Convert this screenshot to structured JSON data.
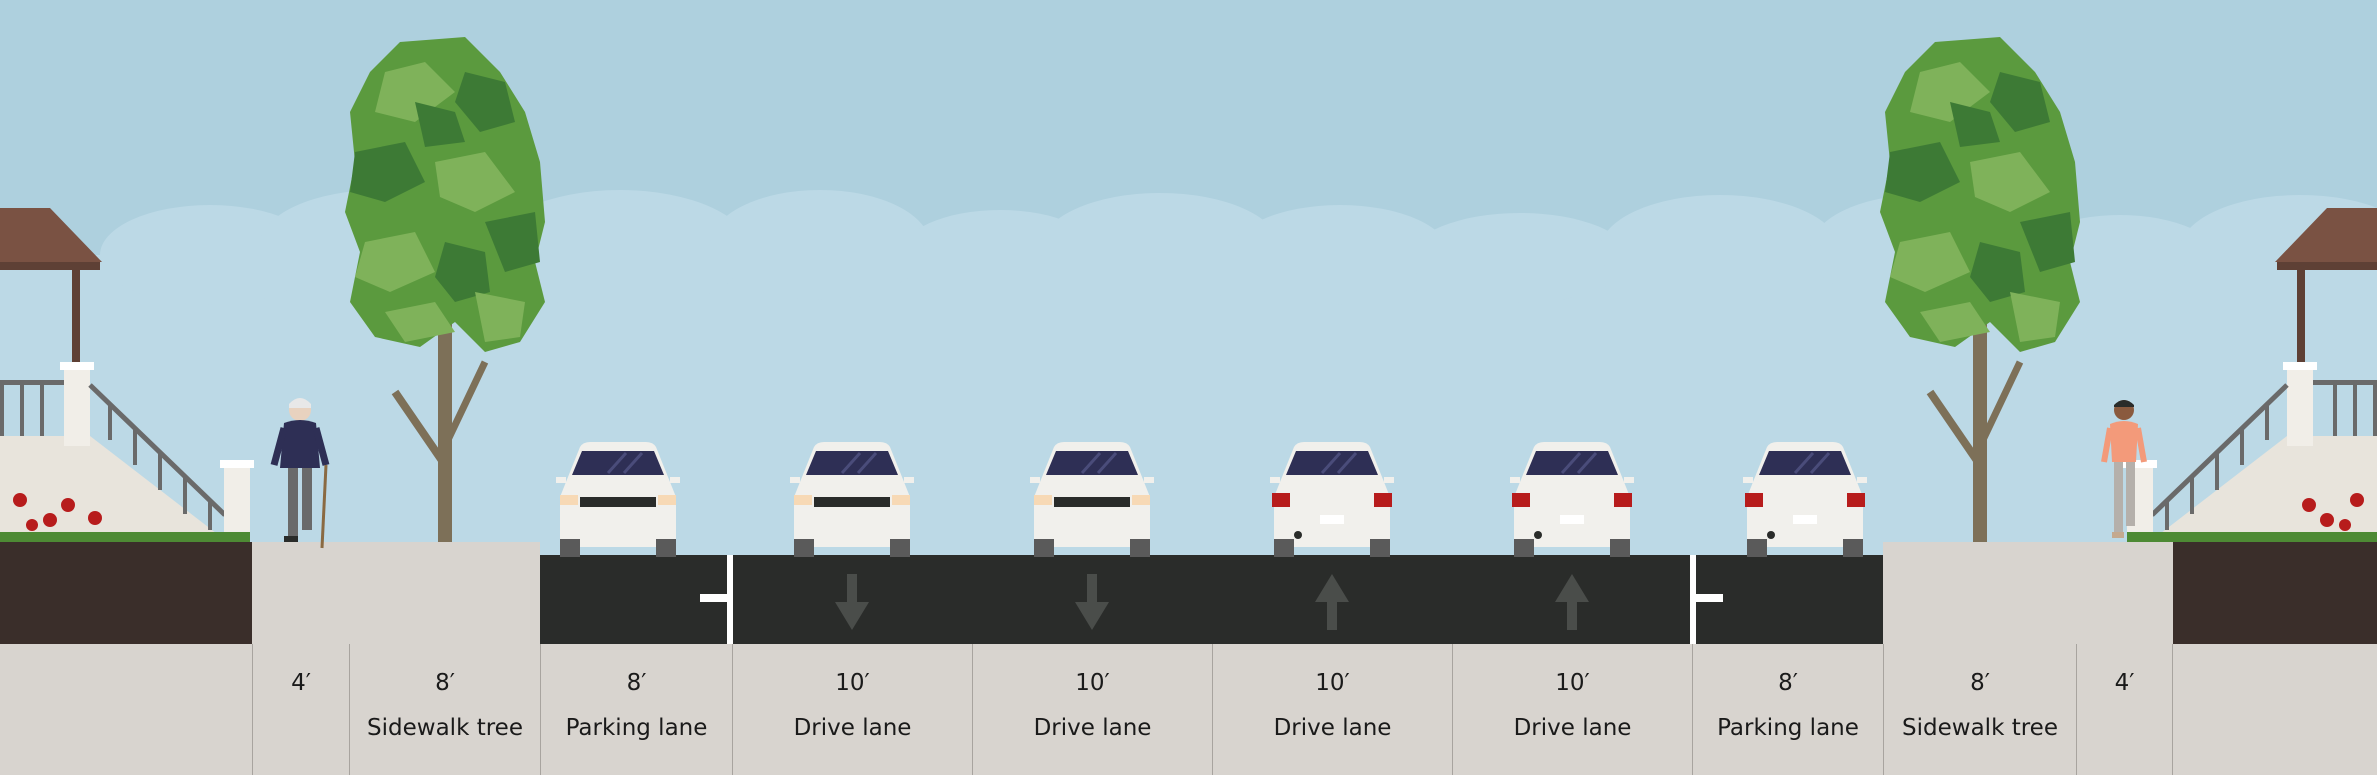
{
  "street": {
    "segments": [
      {
        "width": "4′",
        "name": ""
      },
      {
        "width": "8′",
        "name": "Sidewalk tree"
      },
      {
        "width": "8′",
        "name": "Parking lane"
      },
      {
        "width": "10′",
        "name": "Drive lane",
        "direction": "inbound"
      },
      {
        "width": "10′",
        "name": "Drive lane",
        "direction": "inbound"
      },
      {
        "width": "10′",
        "name": "Drive lane",
        "direction": "outbound"
      },
      {
        "width": "10′",
        "name": "Drive lane",
        "direction": "outbound"
      },
      {
        "width": "8′",
        "name": "Parking lane"
      },
      {
        "width": "8′",
        "name": "Sidewalk tree"
      },
      {
        "width": "4′",
        "name": ""
      }
    ]
  },
  "colors": {
    "sky": "#aed0de",
    "asphalt": "#2a2c2a",
    "sidewalk": "#d8d4cf",
    "soil": "#3a2e2a",
    "lane_arrow": "#4a4d4a",
    "lane_marking": "#ffffff",
    "tree_light": "#7fb25a",
    "tree_mid": "#5b9a3e",
    "tree_dark": "#3d7a35",
    "car_body": "#f1f0ec",
    "car_glass": "#2e2f55",
    "tail_light": "#b71c1c"
  },
  "icons": [
    "tree-icon",
    "car-front-icon",
    "car-rear-icon",
    "pedestrian-icon",
    "porch-icon",
    "arrow-down-icon",
    "arrow-up-icon"
  ]
}
